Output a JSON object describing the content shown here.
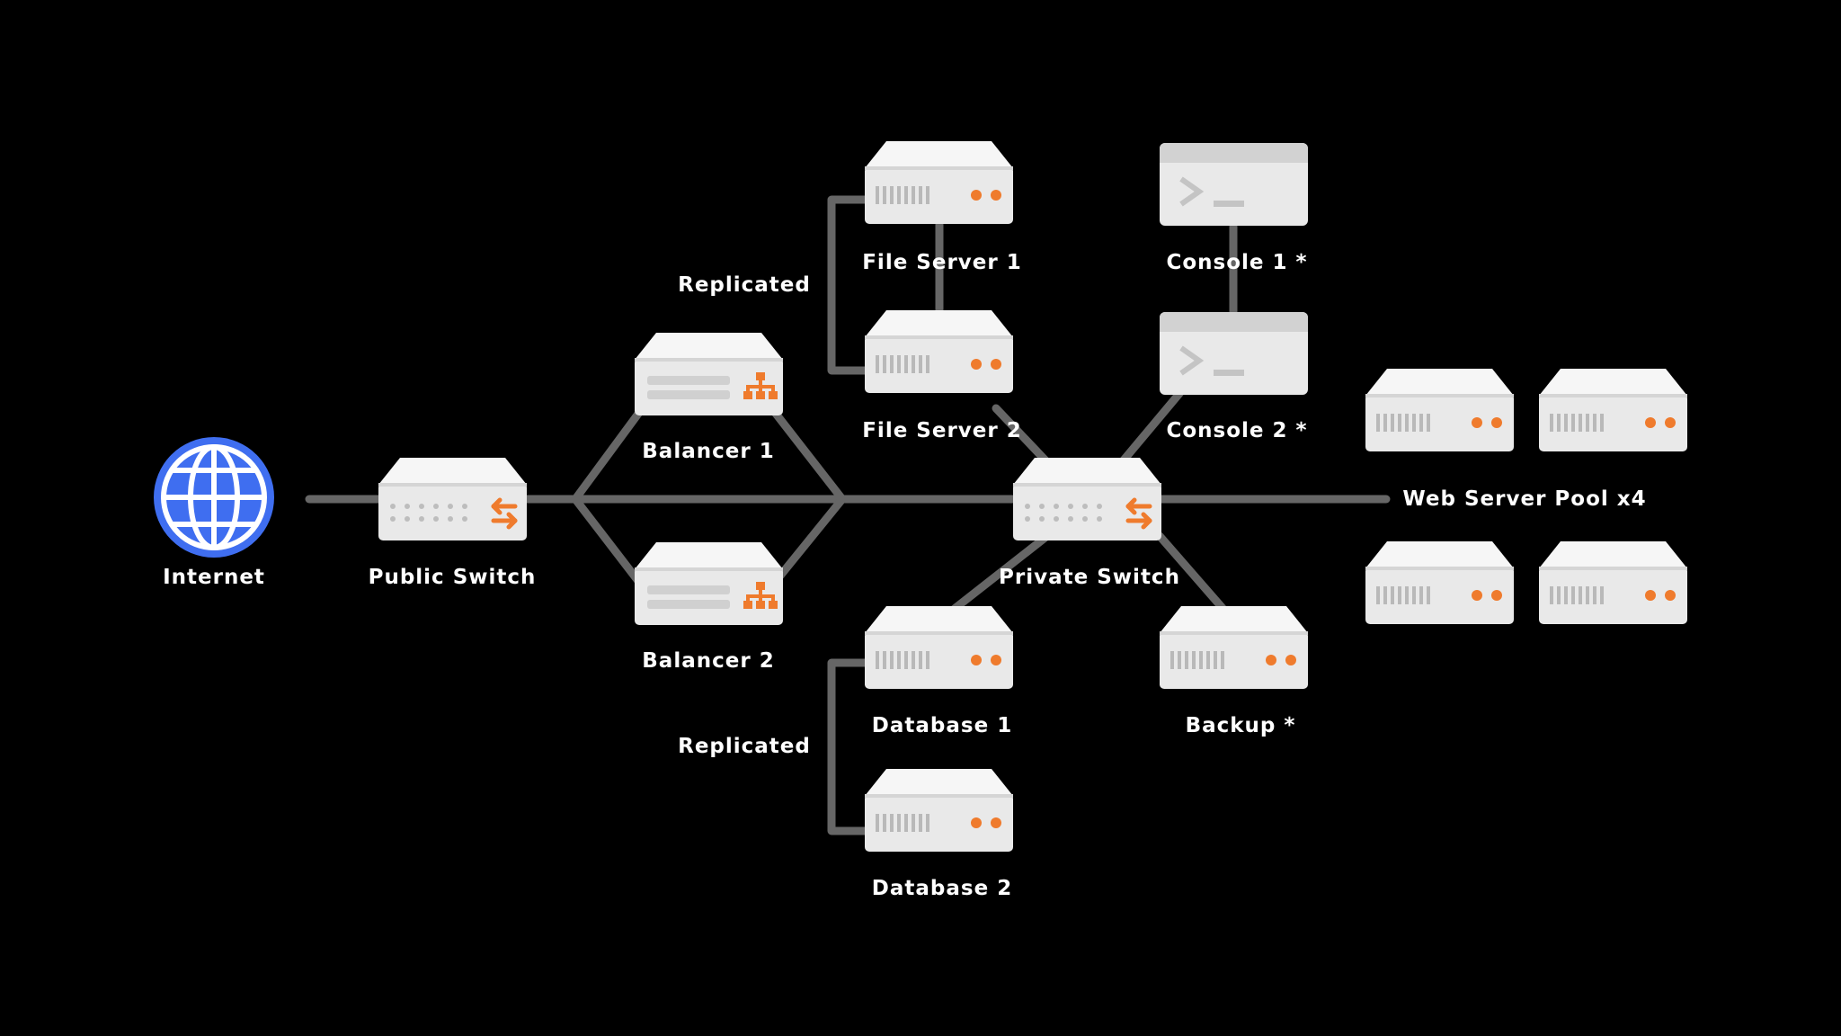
{
  "colors": {
    "background": "#000000",
    "link": "#666666",
    "device_body": "#e9e9e9",
    "device_top": "#f6f6f6",
    "accent": "#ef7b2d",
    "globe": "#3f6ef0"
  },
  "nodes": {
    "internet": {
      "label": "Internet",
      "icon": "globe-icon"
    },
    "public_switch": {
      "label": "Public Switch",
      "icon": "switch-icon"
    },
    "balancer1": {
      "label": "Balancer 1",
      "icon": "load-balancer-icon"
    },
    "balancer2": {
      "label": "Balancer 2",
      "icon": "load-balancer-icon"
    },
    "file_server1": {
      "label": "File Server 1",
      "icon": "server-icon"
    },
    "file_server2": {
      "label": "File Server 2",
      "icon": "server-icon"
    },
    "console1": {
      "label": "Console 1 *",
      "icon": "terminal-icon"
    },
    "console2": {
      "label": "Console 2 *",
      "icon": "terminal-icon"
    },
    "private_switch": {
      "label": "Private Switch",
      "icon": "switch-icon"
    },
    "database1": {
      "label": "Database 1",
      "icon": "server-icon"
    },
    "database2": {
      "label": "Database 2",
      "icon": "server-icon"
    },
    "backup": {
      "label": "Backup *",
      "icon": "server-icon"
    },
    "web_pool": {
      "label": "Web Server Pool x4",
      "icon": "server-icon",
      "count": 4
    }
  },
  "annotations": {
    "replicated_top": "Replicated",
    "replicated_bottom": "Replicated"
  }
}
